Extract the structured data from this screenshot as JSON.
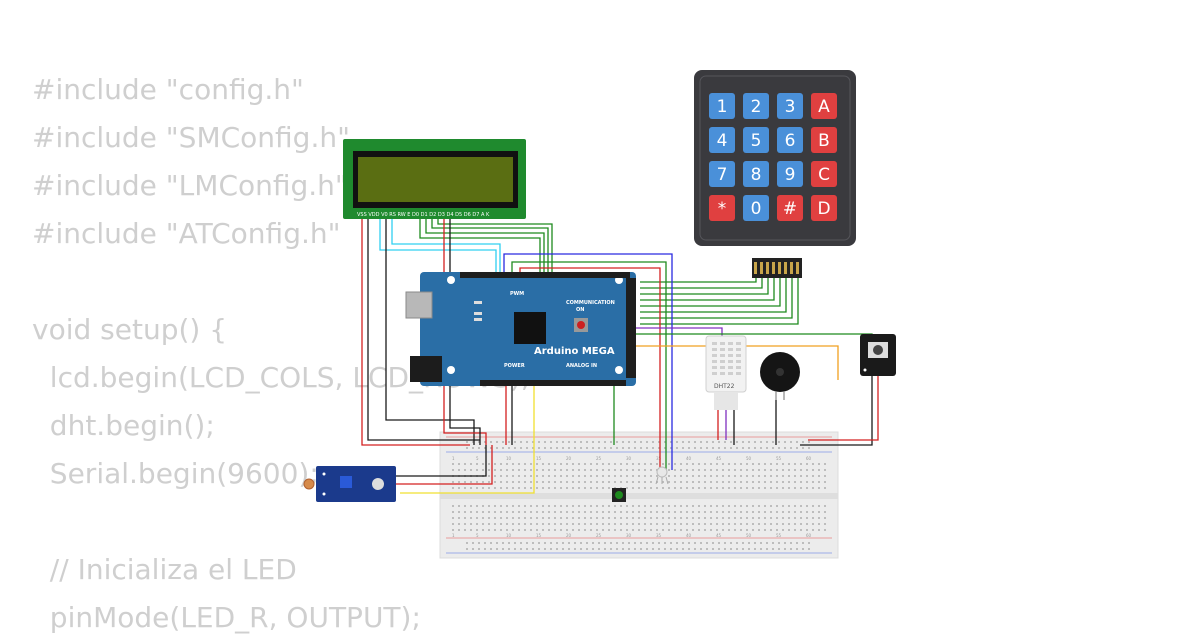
{
  "code": {
    "lines": [
      "#include \"config.h\"",
      "#include \"SMConfig.h\"",
      "#include \"LMConfig.h\"",
      "#include \"ATConfig.h\"",
      "",
      "void setup() {",
      "  lcd.begin(LCD_COLS, LCD_ROWS);",
      "  dht.begin();",
      "  Serial.begin(9600);",
      "",
      "  // Inicializa el LED",
      "  pinMode(LED_R, OUTPUT);"
    ]
  },
  "keypad": {
    "keys": [
      "1",
      "2",
      "3",
      "A",
      "4",
      "5",
      "6",
      "B",
      "7",
      "8",
      "9",
      "C",
      "*",
      "0",
      "#",
      "D"
    ],
    "colors": {
      "digit": "#4a90d9",
      "letter": "#e04040",
      "body": "#3a3a3e"
    }
  },
  "lcd": {
    "pin_labels": "VSS VDD V0 RS RW E D0 D1 D2 D3 D4 D5 D6 D7 A K",
    "colors": {
      "pcb": "#1f8a2e",
      "screen": "#5a6e12"
    }
  },
  "arduino": {
    "name": "Arduino MEGA",
    "pwm_label": "PWM",
    "communication_label": "COMMUNICATION",
    "power_label": "POWER",
    "analog_label": "ANALOG IN",
    "on_label": "ON",
    "color": "#2a6ea6"
  },
  "dht": {
    "label": "DHT22"
  },
  "breadboard": {
    "column_numbers": [
      "1",
      "5",
      "10",
      "15",
      "20",
      "25",
      "30",
      "35",
      "40",
      "45",
      "50",
      "55",
      "60"
    ]
  },
  "wire_colors": {
    "green": "#1e8a1e",
    "red": "#d42020",
    "black": "#1a1a1a",
    "blue": "#2a2ae0",
    "cyan": "#30d0f0",
    "yellow": "#f0e030",
    "orange": "#f0a020",
    "purple": "#8030c0"
  }
}
